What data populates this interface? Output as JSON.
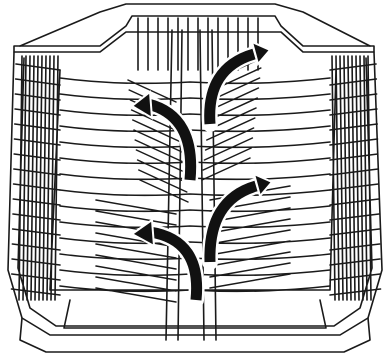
{
  "illustration": {
    "subject": "dishwasher-rack",
    "line_color": "#1a1a1a",
    "background_color": "#ffffff",
    "arrow_color": "#111111"
  },
  "tine_rows": [
    {
      "id": "left-upper",
      "state": "folded-down"
    },
    {
      "id": "right-upper",
      "state": "folded-down"
    },
    {
      "id": "left-lower",
      "state": "folded-down"
    },
    {
      "id": "right-lower",
      "state": "folded-down"
    }
  ],
  "arrows": [
    {
      "id": "arrow-upper-left",
      "icon": "curved-arrow-icon",
      "direction": "up-left"
    },
    {
      "id": "arrow-upper-right",
      "icon": "curved-arrow-icon",
      "direction": "up-right"
    },
    {
      "id": "arrow-lower-left",
      "icon": "curved-arrow-icon",
      "direction": "up-left"
    },
    {
      "id": "arrow-lower-right",
      "icon": "curved-arrow-icon",
      "direction": "up-right"
    }
  ]
}
